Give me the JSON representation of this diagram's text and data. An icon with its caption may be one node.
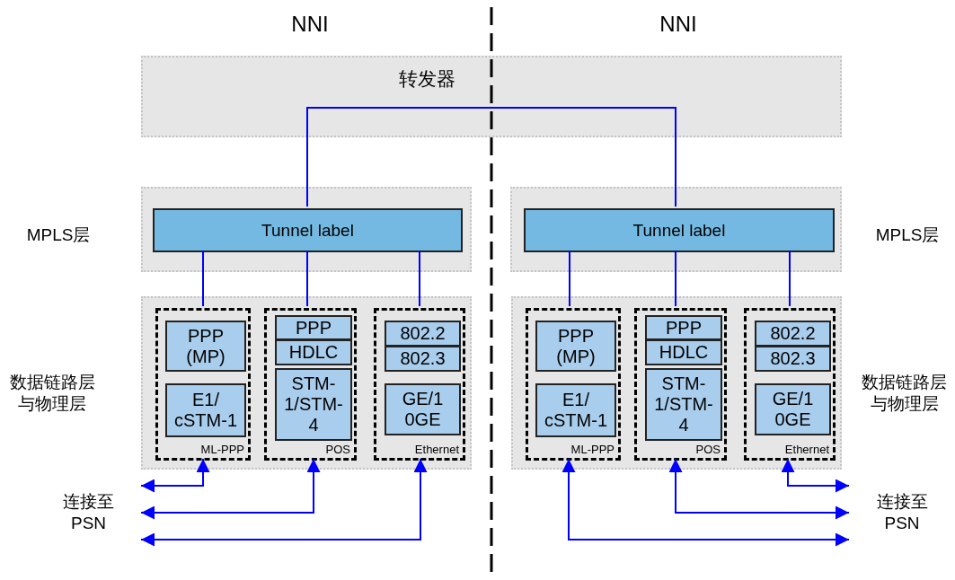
{
  "diagram": {
    "nodes": [
      {
        "text": [
          "转发器"
        ]
      },
      {
        "text": [],
        "shape": "box"
      },
      {
        "text": [
          "Tunnel label"
        ],
        "in": 1
      },
      {
        "text": [],
        "shape": "box"
      },
      {
        "text": [
          "Tunnel label"
        ],
        "in": 3
      },
      {
        "text": [],
        "shape": "box"
      },
      {
        "text": [
          "ML-PPP"
        ],
        "in": 5
      },
      {
        "text": [
          "PPP (MP)"
        ],
        "in": 6
      },
      {
        "text": [
          "E1/ cSTM-1"
        ],
        "in": 6
      },
      {
        "text": [
          "POS"
        ],
        "in": 5
      },
      {
        "text": [
          "PPP"
        ],
        "in": 9
      },
      {
        "text": [
          "HDLC"
        ],
        "in": 9
      },
      {
        "text": [
          "STM- 1/STM- 4"
        ],
        "in": 9
      },
      {
        "text": [
          "Ethernet"
        ],
        "in": 5
      },
      {
        "text": [
          "802.2"
        ],
        "in": 13
      },
      {
        "text": [
          "802.3"
        ],
        "in": 13
      },
      {
        "text": [
          "GE/1 0GE"
        ],
        "in": 13
      },
      {
        "text": [],
        "shape": "box"
      },
      {
        "text": [
          "ML-PPP"
        ],
        "in": 17
      },
      {
        "text": [
          "PPP (MP)"
        ],
        "in": 18
      },
      {
        "text": [
          "E1/ cSTM-1"
        ],
        "in": 18
      },
      {
        "text": [
          "POS"
        ],
        "in": 17
      },
      {
        "text": [
          "PPP"
        ],
        "in": 21
      },
      {
        "text": [
          "HDLC"
        ],
        "in": 21
      },
      {
        "text": [
          "STM- 1/STM- 4"
        ],
        "in": 21
      },
      {
        "text": [
          "Ethernet"
        ],
        "in": 17
      },
      {
        "text": [
          "802.2"
        ],
        "in": 25
      },
      {
        "text": [
          "802.3"
        ],
        "in": 25
      },
      {
        "text": [
          "GE/1 0GE"
        ],
        "in": 25
      },
      {
        "text": [
          "连接至PSN"
        ]
      },
      {
        "text": [
          "连接至PSN"
        ]
      }
    ],
    "edges": [
      {
        "from": 0,
        "to": 2,
        "arrow": "none"
      },
      {
        "from": 0,
        "to": 4,
        "arrow": "none"
      },
      {
        "from": 2,
        "to": 6,
        "arrow": "none"
      },
      {
        "from": 2,
        "to": 9,
        "arrow": "none"
      },
      {
        "from": 2,
        "to": 13,
        "arrow": "none"
      },
      {
        "from": 4,
        "to": 18,
        "arrow": "none"
      },
      {
        "from": 4,
        "to": 21,
        "arrow": "none"
      },
      {
        "from": 4,
        "to": 25,
        "arrow": "none"
      },
      {
        "from": 29,
        "to": 6,
        "arrow": "both"
      },
      {
        "from": 29,
        "to": 9,
        "arrow": "both"
      },
      {
        "from": 29,
        "to": 13,
        "arrow": "both"
      },
      {
        "from": 18,
        "to": 30,
        "arrow": "both"
      },
      {
        "from": 21,
        "to": 30,
        "arrow": "both"
      },
      {
        "from": 25,
        "to": 30,
        "arrow": "both"
      }
    ],
    "labels": [
      "NNI",
      "NNI",
      "MPLS层",
      "MPLS层",
      "数据链路层与物理层",
      "数据链路层与物理层"
    ]
  }
}
